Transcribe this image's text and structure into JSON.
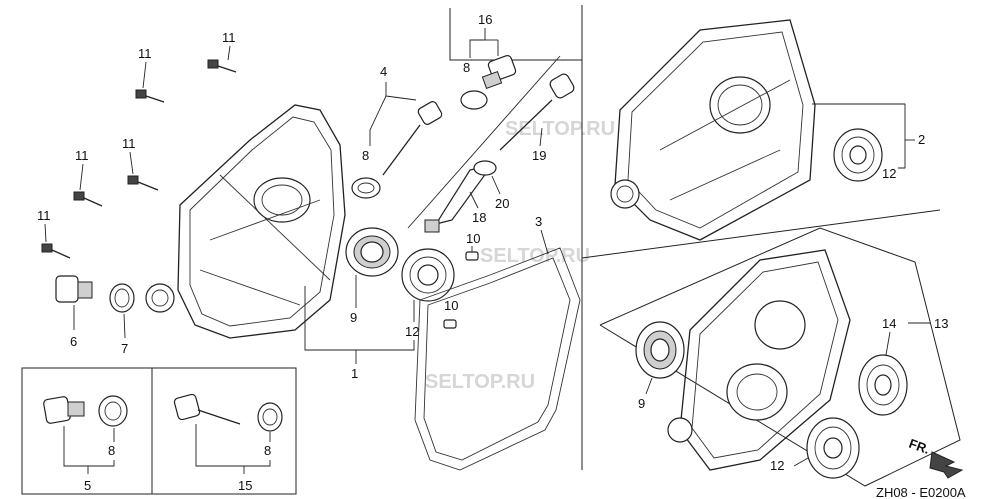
{
  "labels": {
    "bolt_1": "11",
    "bolt_2": "11",
    "bolt_3": "11",
    "bolt_4": "11",
    "bolt_5": "11",
    "sensor_left": "4",
    "washer_left": "8",
    "plug_kit": "16",
    "washer_kit": "8",
    "cover_left": "1",
    "seal_left": "9",
    "bearing_left": "12",
    "gasket": "3",
    "pin_top": "10",
    "pin_bottom": "10",
    "oil_gauge": "19",
    "oil_neck": "18",
    "oring": "20",
    "plug_small": "6",
    "washer_small": "7",
    "cover_right": "2",
    "bearing_right": "12",
    "cover_lower": "13",
    "bearing_lower": "14",
    "seal_lower": "9",
    "bearing_lower2": "12",
    "kit_left": "5",
    "kit_left_washer": "8",
    "kit_right": "15",
    "kit_right_washer": "8"
  },
  "watermark": "SELTOP.RU",
  "arrow_label": "FR.",
  "footer_code": "ZH08 - E0200A"
}
